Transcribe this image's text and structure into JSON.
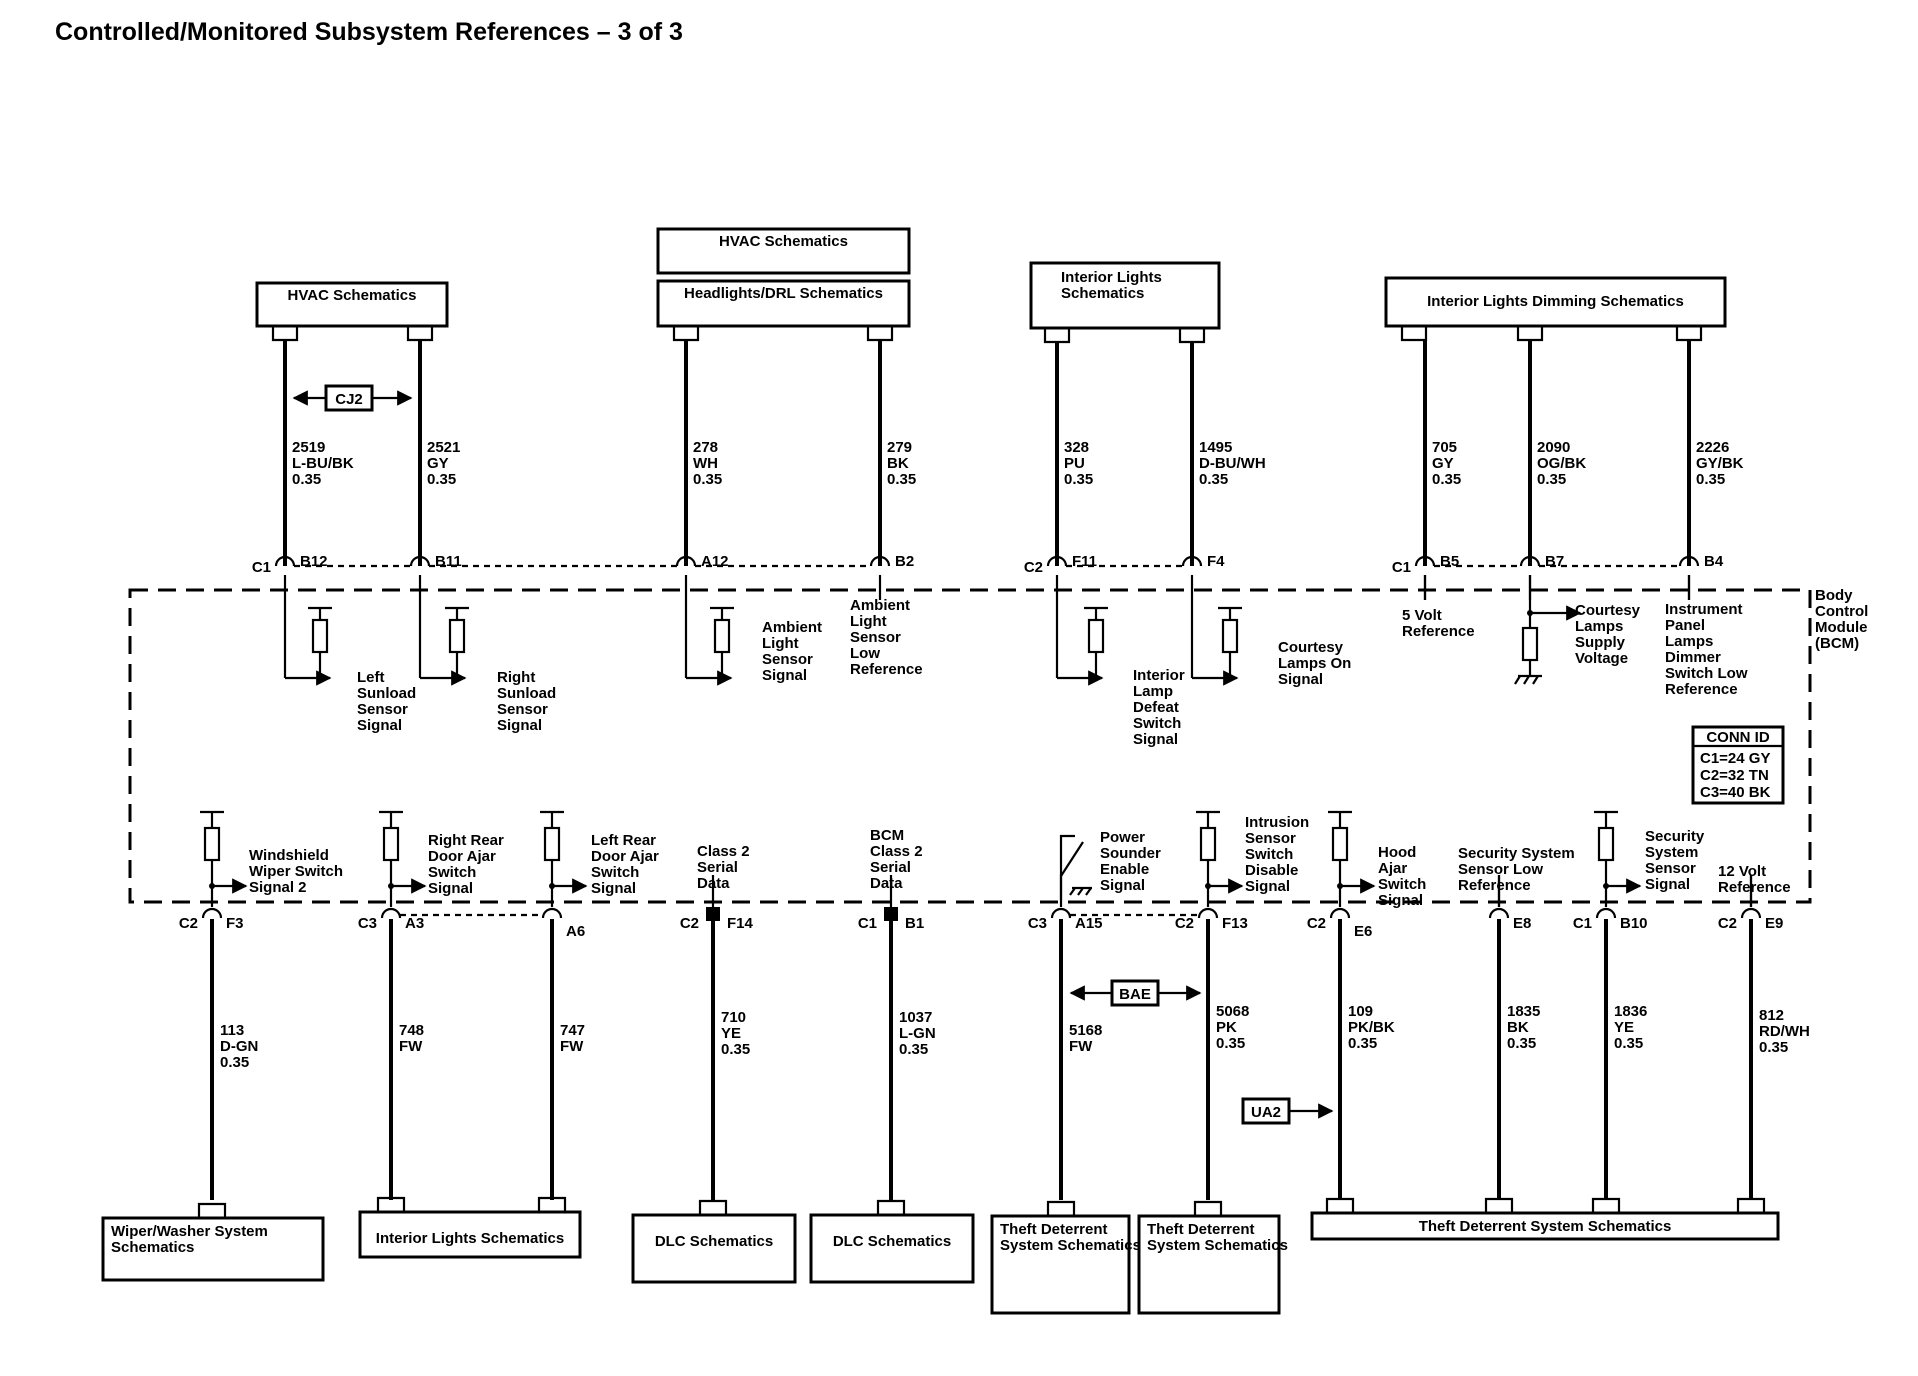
{
  "page": {
    "title": "Controlled/Monitored Subsystem References – 3 of 3"
  },
  "module": {
    "name": "Body Control Module (BCM)"
  },
  "conn_id": {
    "title": "CONN ID",
    "lines": [
      "C1=24 GY",
      "C2=32 TN",
      "C3=40 BK"
    ]
  },
  "tags": {
    "cj2": "CJ2",
    "bae": "BAE",
    "ua2": "UA2"
  },
  "top_boxes": [
    {
      "text": "HVAC Schematics"
    },
    {
      "text": "HVAC Schematics"
    },
    {
      "text": "Headlights/DRL Schematics"
    },
    {
      "text": "Interior Lights Schematics"
    },
    {
      "text": "Interior Lights Dimming Schematics"
    }
  ],
  "bottom_boxes": [
    {
      "text": "Wiper/Washer System Schematics"
    },
    {
      "text": "Interior Lights Schematics"
    },
    {
      "text": "DLC Schematics"
    },
    {
      "text": "DLC Schematics"
    },
    {
      "text": "Theft Deterrent System Schematics"
    },
    {
      "text": "Theft Deterrent System Schematics"
    },
    {
      "text": "Theft Deterrent System Schematics"
    }
  ],
  "top_circuits": [
    {
      "circuit": "2519",
      "color": "L-BU/BK",
      "gauge": "0.35",
      "conn": "C1",
      "pin": "B12",
      "signal": "Left Sunload Sensor Signal"
    },
    {
      "circuit": "2521",
      "color": "GY",
      "gauge": "0.35",
      "conn": "",
      "pin": "B11",
      "signal": "Right Sunload Sensor Signal"
    },
    {
      "circuit": "278",
      "color": "WH",
      "gauge": "0.35",
      "conn": "",
      "pin": "A12",
      "signal": "Ambient Light Sensor Signal"
    },
    {
      "circuit": "279",
      "color": "BK",
      "gauge": "0.35",
      "conn": "",
      "pin": "B2",
      "signal": "Ambient Light Sensor Low Reference"
    },
    {
      "circuit": "328",
      "color": "PU",
      "gauge": "0.35",
      "conn": "C2",
      "pin": "F11",
      "signal": "Interior Lamp Defeat Switch Signal"
    },
    {
      "circuit": "1495",
      "color": "D-BU/WH",
      "gauge": "0.35",
      "conn": "",
      "pin": "F4",
      "signal": "Courtesy Lamps On Signal"
    },
    {
      "circuit": "705",
      "color": "GY",
      "gauge": "0.35",
      "conn": "C1",
      "pin": "B5",
      "signal": "5 Volt Reference"
    },
    {
      "circuit": "2090",
      "color": "OG/BK",
      "gauge": "0.35",
      "conn": "",
      "pin": "B7",
      "signal": "Courtesy Lamps Supply Voltage"
    },
    {
      "circuit": "2226",
      "color": "GY/BK",
      "gauge": "0.35",
      "conn": "",
      "pin": "B4",
      "signal": "Instrument Panel Lamps Dimmer Switch Low Reference"
    }
  ],
  "bottom_circuits": [
    {
      "circuit": "113",
      "color": "D-GN",
      "gauge": "0.35",
      "conn": "C2",
      "pin": "F3",
      "signal": "Windshield Wiper Switch Signal 2"
    },
    {
      "circuit": "748",
      "color": "FW",
      "gauge": "",
      "conn": "C3",
      "pin": "A3",
      "signal": "Right Rear Door Ajar Switch Signal"
    },
    {
      "circuit": "747",
      "color": "FW",
      "gauge": "",
      "conn": "",
      "pin": "A6",
      "signal": "Left Rear Door Ajar Switch Signal"
    },
    {
      "circuit": "710",
      "color": "YE",
      "gauge": "0.35",
      "conn": "C2",
      "pin": "F14",
      "signal": "Class 2 Serial Data"
    },
    {
      "circuit": "1037",
      "color": "L-GN",
      "gauge": "0.35",
      "conn": "C1",
      "pin": "B1",
      "signal": "BCM Class 2 Serial Data"
    },
    {
      "circuit": "5168",
      "color": "FW",
      "gauge": "",
      "conn": "C3",
      "pin": "A15",
      "signal": "Power Sounder Enable Signal"
    },
    {
      "circuit": "5068",
      "color": "PK",
      "gauge": "0.35",
      "conn": "C2",
      "pin": "F13",
      "signal": "Intrusion Sensor Switch Disable Signal"
    },
    {
      "circuit": "109",
      "color": "PK/BK",
      "gauge": "0.35",
      "conn": "C2",
      "pin": "E6",
      "signal": "Hood Ajar Switch Signal"
    },
    {
      "circuit": "1835",
      "color": "BK",
      "gauge": "0.35",
      "conn": "",
      "pin": "E8",
      "signal": "Security System Sensor Low Reference"
    },
    {
      "circuit": "1836",
      "color": "YE",
      "gauge": "0.35",
      "conn": "C1",
      "pin": "B10",
      "signal": "Security System Sensor Signal"
    },
    {
      "circuit": "812",
      "color": "RD/WH",
      "gauge": "0.35",
      "conn": "C2",
      "pin": "E9",
      "signal": "12 Volt Reference"
    }
  ]
}
